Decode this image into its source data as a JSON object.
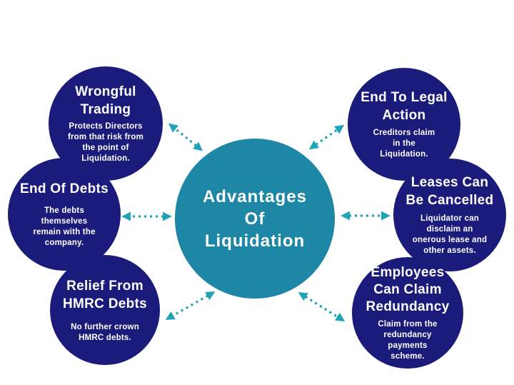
{
  "title": "Advantages Of Liquidation",
  "colors": {
    "background": "#ffffff",
    "node_navy": "#1b1b7b",
    "node_teal": "#1e87a6",
    "arrow_teal": "#1fa3b6",
    "text": "#ffffff"
  },
  "center": {
    "title": "Advantages Of Liquidation",
    "title_lines": [
      "Advantages",
      "Of",
      "Liquidation"
    ]
  },
  "nodes": [
    {
      "id": "wrongful-trading",
      "title": "Wrongful Trading",
      "title_lines": [
        "Wrongful",
        "Trading"
      ],
      "body": "Protects Directors from that risk from the point of Liquidation."
    },
    {
      "id": "end-of-debts",
      "title": "End Of Debts",
      "title_lines": [
        "End Of Debts"
      ],
      "body": "The debts themselves remain with the company."
    },
    {
      "id": "relief-from-hmrc-debts",
      "title": "Relief From HMRC Debts",
      "title_lines": [
        "Relief From",
        "HMRC Debts"
      ],
      "body": "No further crown HMRC debts."
    },
    {
      "id": "end-to-legal-action",
      "title": "End To Legal Action",
      "title_lines": [
        "End To Legal",
        "Action"
      ],
      "body": "Creditors claim in the Liquidation."
    },
    {
      "id": "leases-can-be-cancelled",
      "title": "Leases Can Be Cancelled",
      "title_lines": [
        "Leases Can",
        "Be Cancelled"
      ],
      "body": "Liquidator can disclaim an onerous lease and other assets."
    },
    {
      "id": "employees-can-claim-redundancy",
      "title": "Employees Can Claim Redundancy",
      "title_lines": [
        "Employees",
        "Can Claim",
        "Redundancy"
      ],
      "body": "Claim from the redundancy payments scheme."
    }
  ]
}
